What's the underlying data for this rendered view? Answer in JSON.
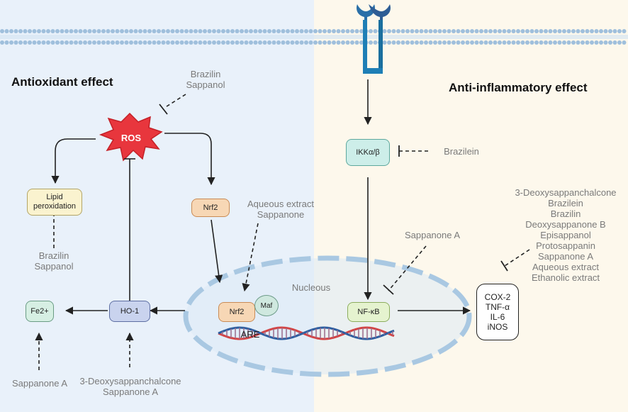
{
  "titles": {
    "antioxidant": "Antioxidant effect",
    "anti_inflammatory": "Anti-inflammatory effect"
  },
  "nodes": {
    "ros": "ROS",
    "lipid": "Lipid\nperoxidation",
    "nrf2_cyto": "Nrf2",
    "nrf2_nuc": "Nrf2",
    "maf": "Maf",
    "are": "ARE",
    "ho1": "HO-1",
    "fe2": "Fe2+",
    "ikk": "IKKα/β",
    "nfkb": "NF-κB",
    "nucleous": "Nucleous",
    "cytokines": "COX-2\nTNF-α\nIL-6\niNOS"
  },
  "inhibitors": {
    "ros_inhibitors": "Brazilin\nSappanol",
    "lipid_inhibitors": "Brazilin\nSappanol",
    "nrf2_activators": "Aqueous extract\nSappanone",
    "fe2_activator": "Sappanone A",
    "ho1_activators": "3-Deoxysappanchalcone\nSappanone A",
    "ikk_inhibitor": "Brazilein",
    "nfkb_inhibitor": "Sappanone A",
    "cytokine_inhibitors": "3-Deoxysappanchalcone\nBrazilein\nBrazilin\nDeoxysappanone B\nEpisappanol\nProtosappanin\nSappanone A\nAqueous extract\nEthanolic extract"
  },
  "colors": {
    "left_bg": "#e9f1fa",
    "right_bg": "#fdf8ec",
    "ros": "#e8363d",
    "nrf2": "#f7d7b5",
    "lipid": "#faf3cf",
    "ho1": "#c9d3ee",
    "fe2": "#d6efe3",
    "ikk": "#cdeee9",
    "nfkb": "#e5f3cf",
    "maf": "#cfe8df",
    "receptor": "#2a6fa8"
  }
}
